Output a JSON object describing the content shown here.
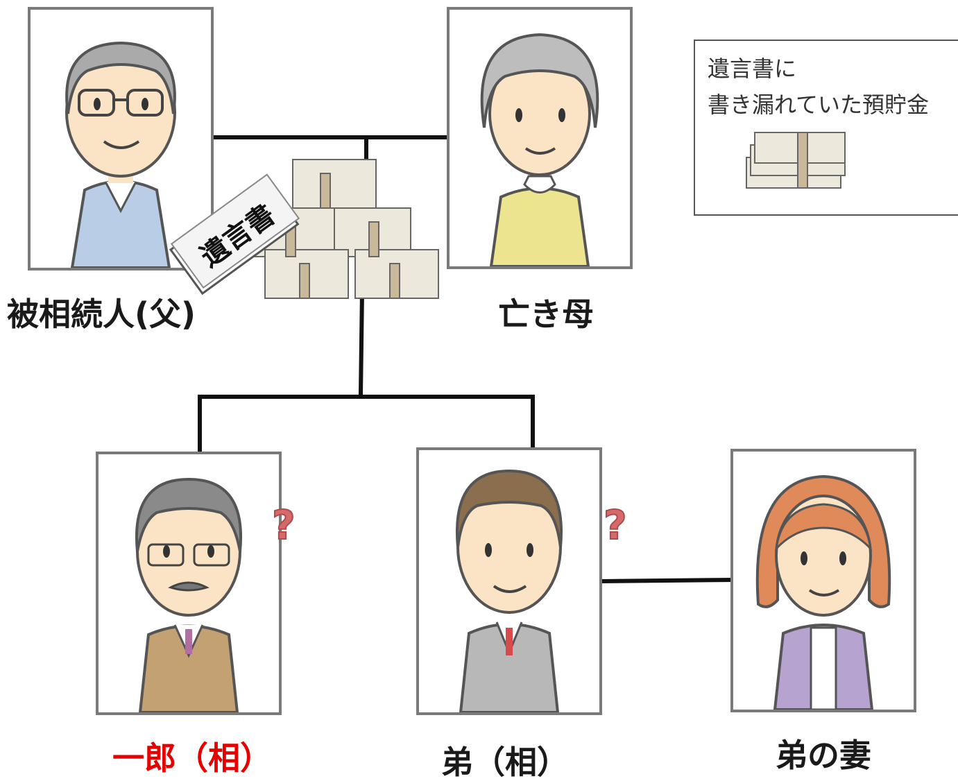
{
  "people": {
    "father": {
      "label": "被相続人(父)"
    },
    "mother": {
      "label": "亡き母"
    },
    "ichiro": {
      "label": "一郎（相）",
      "label_color": "#e60000"
    },
    "brother": {
      "label": "弟（相）"
    },
    "brother_wife": {
      "label": "弟の妻"
    }
  },
  "question_mark": "?",
  "will_document": {
    "text": "遺言書"
  },
  "legend": {
    "line1": "遺言書に",
    "line2": "書き漏れていた預貯金",
    "icon": "banknote-stack-icon"
  },
  "colors": {
    "frame_border": "#7a7a7a",
    "connector": "#111111",
    "question_mark": "#d46a6a",
    "heir_highlight": "#e60000"
  }
}
